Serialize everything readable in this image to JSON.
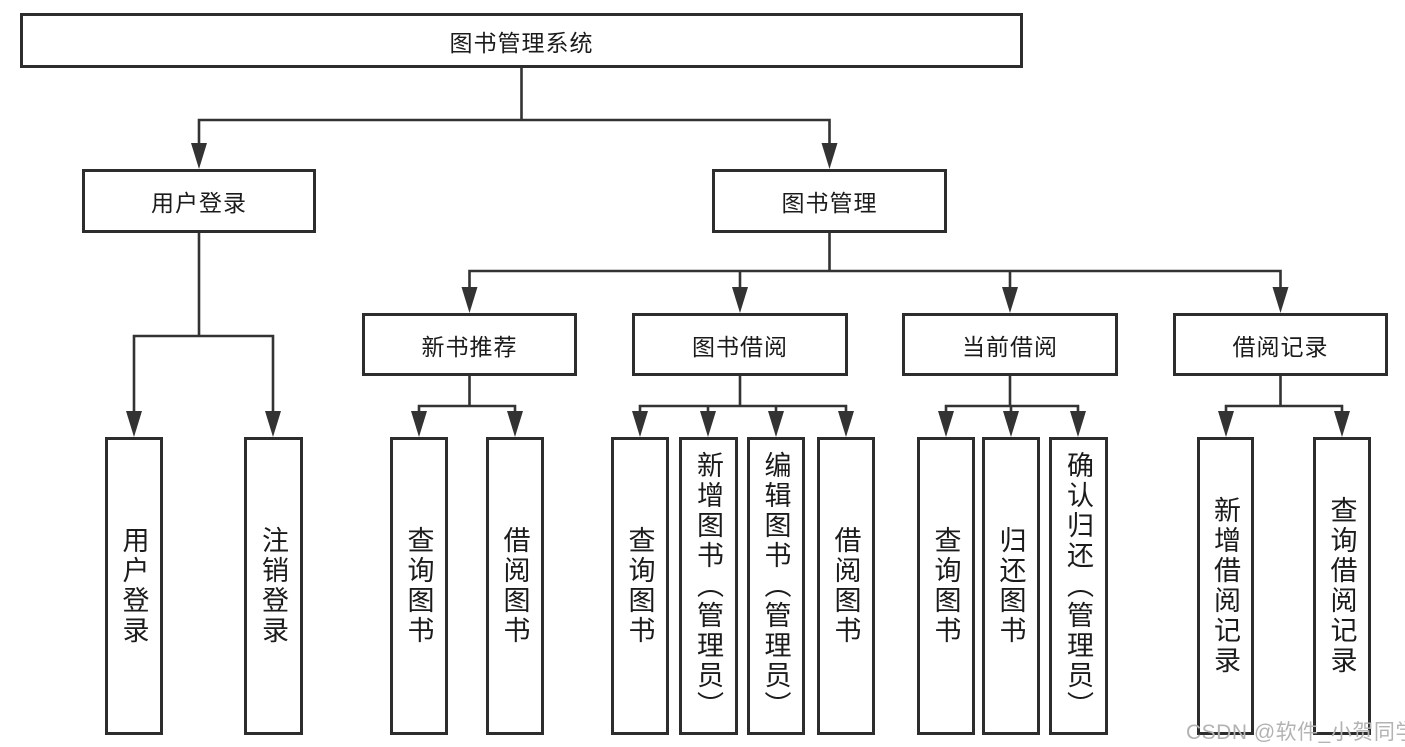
{
  "nodes": {
    "root": "图书管理系统",
    "user_login": "用户登录",
    "book_mgmt": "图书管理",
    "new_book_rec": "新书推荐",
    "book_borrow": "图书借阅",
    "current_borrow": "当前借阅",
    "borrow_records": "借阅记录",
    "leaves": {
      "user_login": [
        "用户登录",
        "注销登录"
      ],
      "new_book_rec": [
        "查询图书",
        "借阅图书"
      ],
      "book_borrow": [
        "查询图书",
        "新增图书（管理员）",
        "编辑图书（管理员）",
        "借阅图书"
      ],
      "current_borrow": [
        "查询图书",
        "归还图书",
        "确认归还（管理员）"
      ],
      "borrow_records": [
        "新增借阅记录",
        "查询借阅记录"
      ]
    }
  },
  "watermark": {
    "text": "CSDN @软件_小贺同学"
  },
  "colors": {
    "line": "#333333",
    "box_border": "#2d2d2d",
    "text": "#1b1b1b",
    "background": "#ffffff",
    "watermark": "#b3b3b3"
  }
}
